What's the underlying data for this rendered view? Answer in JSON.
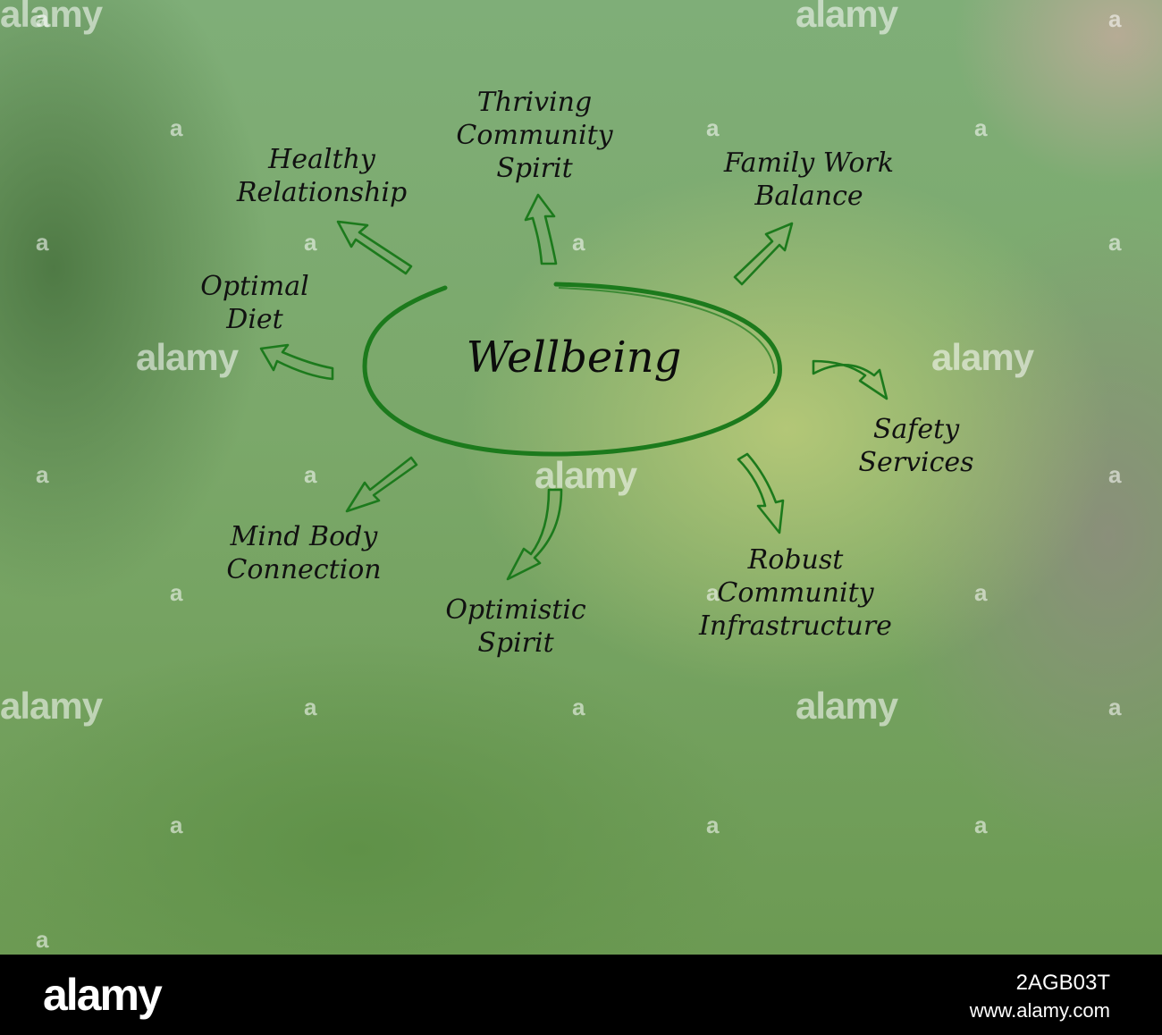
{
  "diagram": {
    "center": "Wellbeing",
    "nodes": [
      {
        "id": "healthy-relationship",
        "label": "Healthy\nRelationship"
      },
      {
        "id": "thriving-community-spirit",
        "label": "Thriving\nCommunity\nSpirit"
      },
      {
        "id": "family-work-balance",
        "label": "Family Work\nBalance"
      },
      {
        "id": "optimal-diet",
        "label": "Optimal\nDiet"
      },
      {
        "id": "safety-services",
        "label": "Safety\nServices"
      },
      {
        "id": "mind-body-connection",
        "label": "Mind Body\nConnection"
      },
      {
        "id": "optimistic-spirit",
        "label": "Optimistic\nSpirit"
      },
      {
        "id": "robust-community-infrastructure",
        "label": "Robust\nCommunity\nInfrastructure"
      }
    ],
    "colors": {
      "accent": "#1c7a1c",
      "text": "#111111"
    }
  },
  "watermark": {
    "word": "alamy",
    "mark": "a"
  },
  "footer": {
    "logo": "alamy",
    "image_id": "2AGB03T",
    "url": "www.alamy.com"
  }
}
